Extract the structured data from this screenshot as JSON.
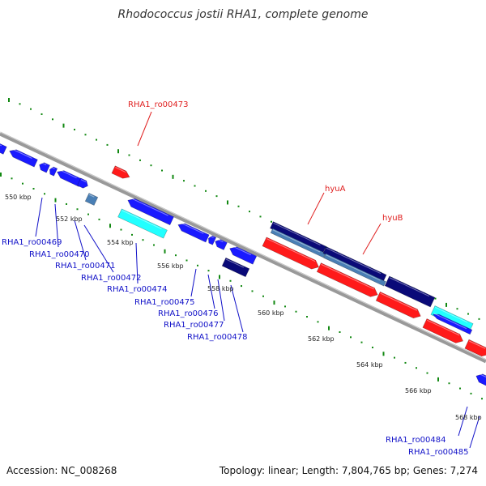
{
  "title": "Rhodococcus jostii RHA1, complete genome",
  "footer": {
    "accession": "Accession: NC_008268",
    "stats": "Topology: linear; Length: 7,804,765 bp; Genes: 7,274"
  },
  "colors": {
    "forward_gene": "#ff1a1a",
    "reverse_gene": "#1a1aff",
    "steelblue_gene": "#4a7fb5",
    "cyan_gene": "#22ffff",
    "navy_gene": "#0a0a78",
    "backbone": "#888888",
    "tick": "#118811",
    "label_blue": "#1010c8",
    "label_red": "#e02020"
  },
  "kbp_labels": [
    "550 kbp",
    "552 kbp",
    "554 kbp",
    "556 kbp",
    "558 kbp",
    "560 kbp",
    "562 kbp",
    "564 kbp",
    "566 kbp",
    "568 kbp"
  ],
  "gene_labels_top": [
    "RHA1_ro00473",
    "hyuA",
    "hyuB"
  ],
  "gene_labels_bottom": [
    "RHA1_ro00469",
    "RHA1_ro00470",
    "RHA1_ro00471",
    "RHA1_ro00472",
    "RHA1_ro00474",
    "RHA1_ro00475",
    "RHA1_ro00476",
    "RHA1_ro00477",
    "RHA1_ro00478",
    "RHA1_ro00484",
    "RHA1_ro00485"
  ]
}
